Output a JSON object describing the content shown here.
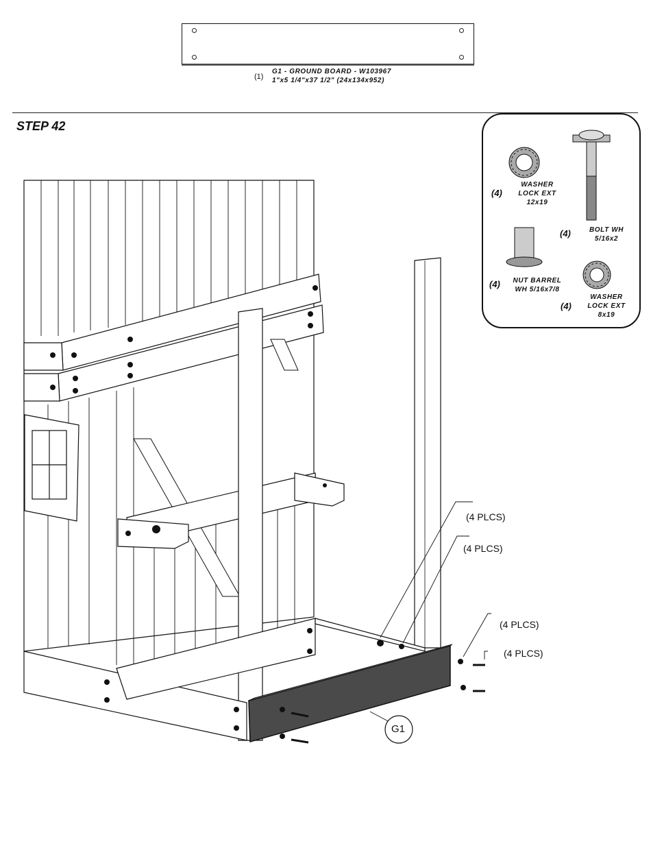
{
  "part": {
    "qty": "(1)",
    "name_line": "G1 - GROUND BOARD - W103967",
    "dim_line": "1\"x5 1/4\"x37 1/2\" (24x134x952)"
  },
  "step": {
    "title": "STEP 42"
  },
  "hardware": {
    "washer_12": {
      "qty": "(4)",
      "line1": "WASHER",
      "line2": "LOCK EXT",
      "line3": "12x19"
    },
    "bolt": {
      "qty": "(4)",
      "line1": "BOLT WH",
      "line2": "5/16x2"
    },
    "nut": {
      "qty": "(4)",
      "line1": "NUT BARREL",
      "line2": "WH 5/16x7/8"
    },
    "washer_8": {
      "qty": "(4)",
      "line1": "WASHER",
      "line2": "LOCK EXT",
      "line3": "8x19"
    }
  },
  "callouts": {
    "c1": "(4 PLCS)",
    "c2": "(4 PLCS)",
    "c3": "(4 PLCS)",
    "c4": "(4 PLCS)",
    "g1": "G1"
  },
  "colors": {
    "ground_board": "#4a4a4a",
    "line": "#111111"
  }
}
